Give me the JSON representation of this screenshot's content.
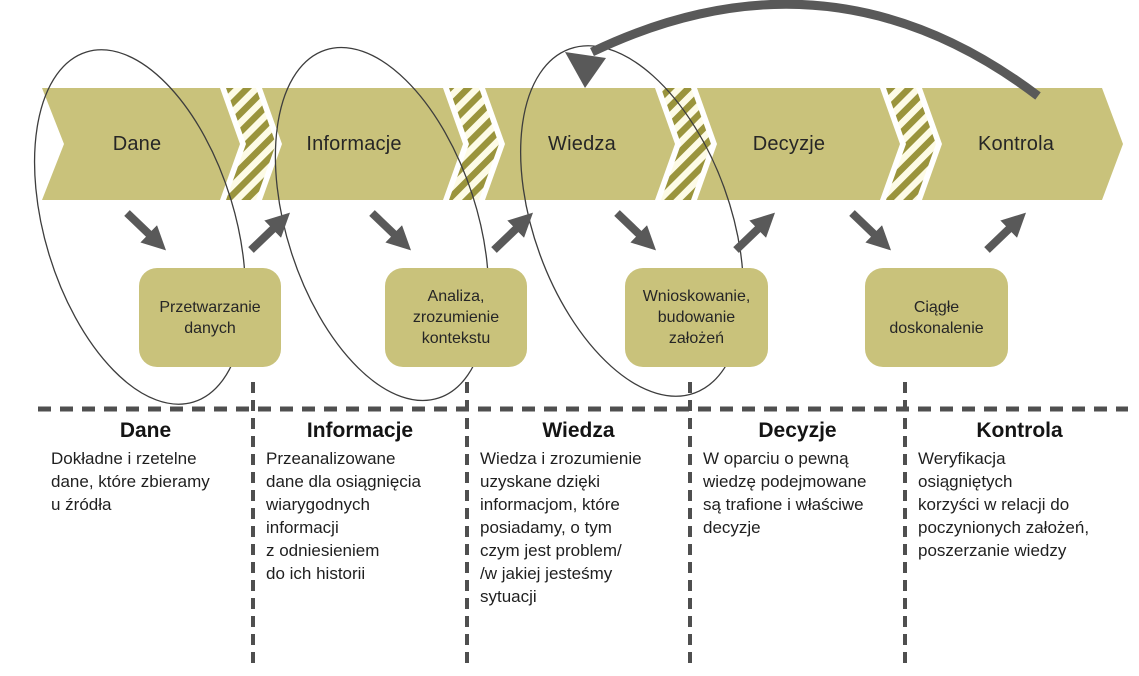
{
  "band": {
    "segments": [
      {
        "label": "Dane"
      },
      {
        "label": "Informacje"
      },
      {
        "label": "Wiedza"
      },
      {
        "label": "Decyzje"
      },
      {
        "label": "Kontrola"
      }
    ]
  },
  "boxes": [
    {
      "label": "Przetwarzanie\ndanych"
    },
    {
      "label": "Analiza,\nzrozumienie\nkontekstu"
    },
    {
      "label": "Wnioskowanie,\nbudowanie\nzałożeń"
    },
    {
      "label": "Ciągłe\ndoskonalenie"
    }
  ],
  "columns": [
    {
      "title": "Dane",
      "body": "Dokładne i rzetelne\ndane, które zbieramy\nu źródła"
    },
    {
      "title": "Informacje",
      "body": "Przeanalizowane\ndane dla osiągnięcia\nwiarygodnych\ninformacji\nz odniesieniem\ndo ich historii"
    },
    {
      "title": "Wiedza",
      "body": "Wiedza i zrozumienie\nuzyskane dzięki\ninformacjom, które\nposiadamy, o tym\nczym jest problem/\n/w jakiej jesteśmy\nsytuacji"
    },
    {
      "title": "Decyzje",
      "body": "W oparciu o pewną\nwiedzę podejmowane\nsą trafione i właściwe\ndecyzje"
    },
    {
      "title": "Kontrola",
      "body": "Weryfikacja\nosiągniętych\nkorzyści w relacji do\npoczynionych założeń,\nposzerzanie wiedzy"
    }
  ],
  "colors": {
    "band": "#c9c27b",
    "hatch_stripe": "#9a943c",
    "hatch_background": "#fdfbe6",
    "arrow": "#595959",
    "dashed_line": "#4f4f4f",
    "ellipse_stroke": "#3d3d3d",
    "text": "#262626"
  }
}
